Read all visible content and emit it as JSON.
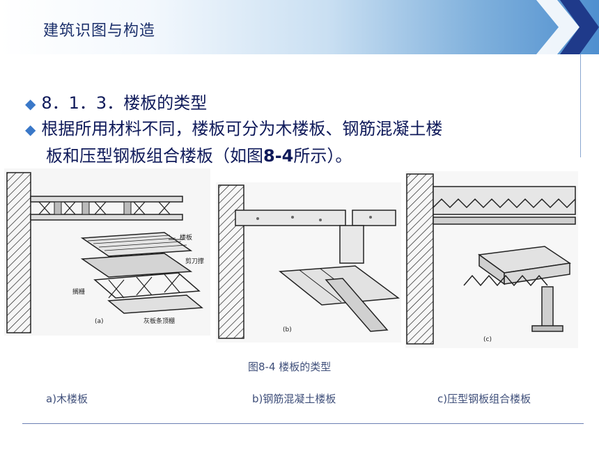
{
  "header": {
    "title": "建筑识图与构造"
  },
  "bullets": {
    "b1": "8．1．3．楼板的类型",
    "b2_line1": "根据所用材料不同，楼板可分为木楼板、钢筋混凝土楼",
    "b2_line2_pre": "板和压型钢板组合楼板（如图",
    "b2_line2_bold": "8-4",
    "b2_line2_post": "所示）。"
  },
  "figure_a": {
    "labels": [
      "楼板",
      "剪刀撑",
      "搁栅",
      "灰板条顶棚"
    ],
    "tag": "(a)"
  },
  "figure_b": {
    "tag": "(b)"
  },
  "figure_c": {
    "tag": "(c)"
  },
  "captions": {
    "figure_title": "图8-4 楼板的类型",
    "a": "a)木楼板",
    "b": "b)钢筋混凝土楼板",
    "c": "c)压型钢板组合楼板"
  },
  "colors": {
    "title_text": "#1b2f6b",
    "body_text": "#0f1a5a",
    "bullet": "#3a78c8",
    "chevron": "#1f3a8a"
  }
}
